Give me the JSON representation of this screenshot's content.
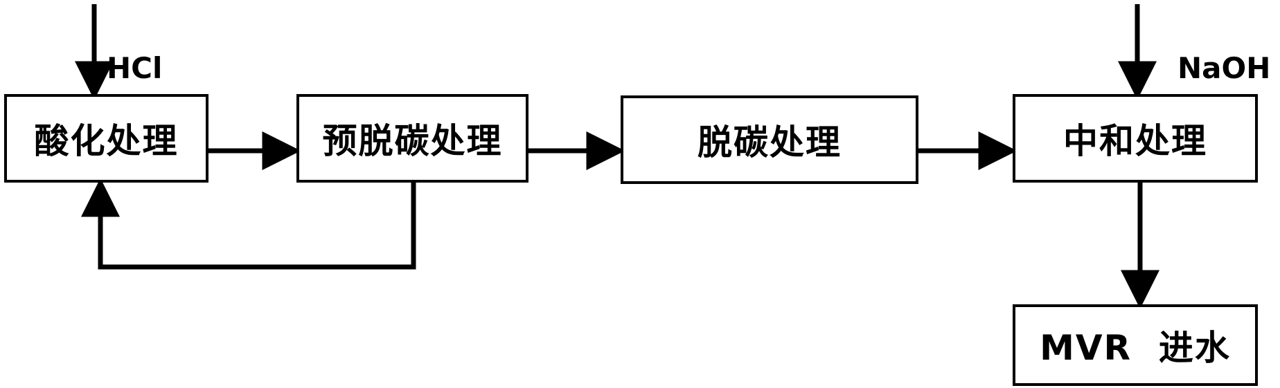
{
  "reagents": {
    "hcl": "HCl",
    "naoh": "NaOH"
  },
  "steps": {
    "acidification": "酸化处理",
    "pre_decarbonization": "预脱碳处理",
    "decarbonization": "脱碳处理",
    "neutralization": "中和处理",
    "mvr_feed": "MVR  进水"
  }
}
